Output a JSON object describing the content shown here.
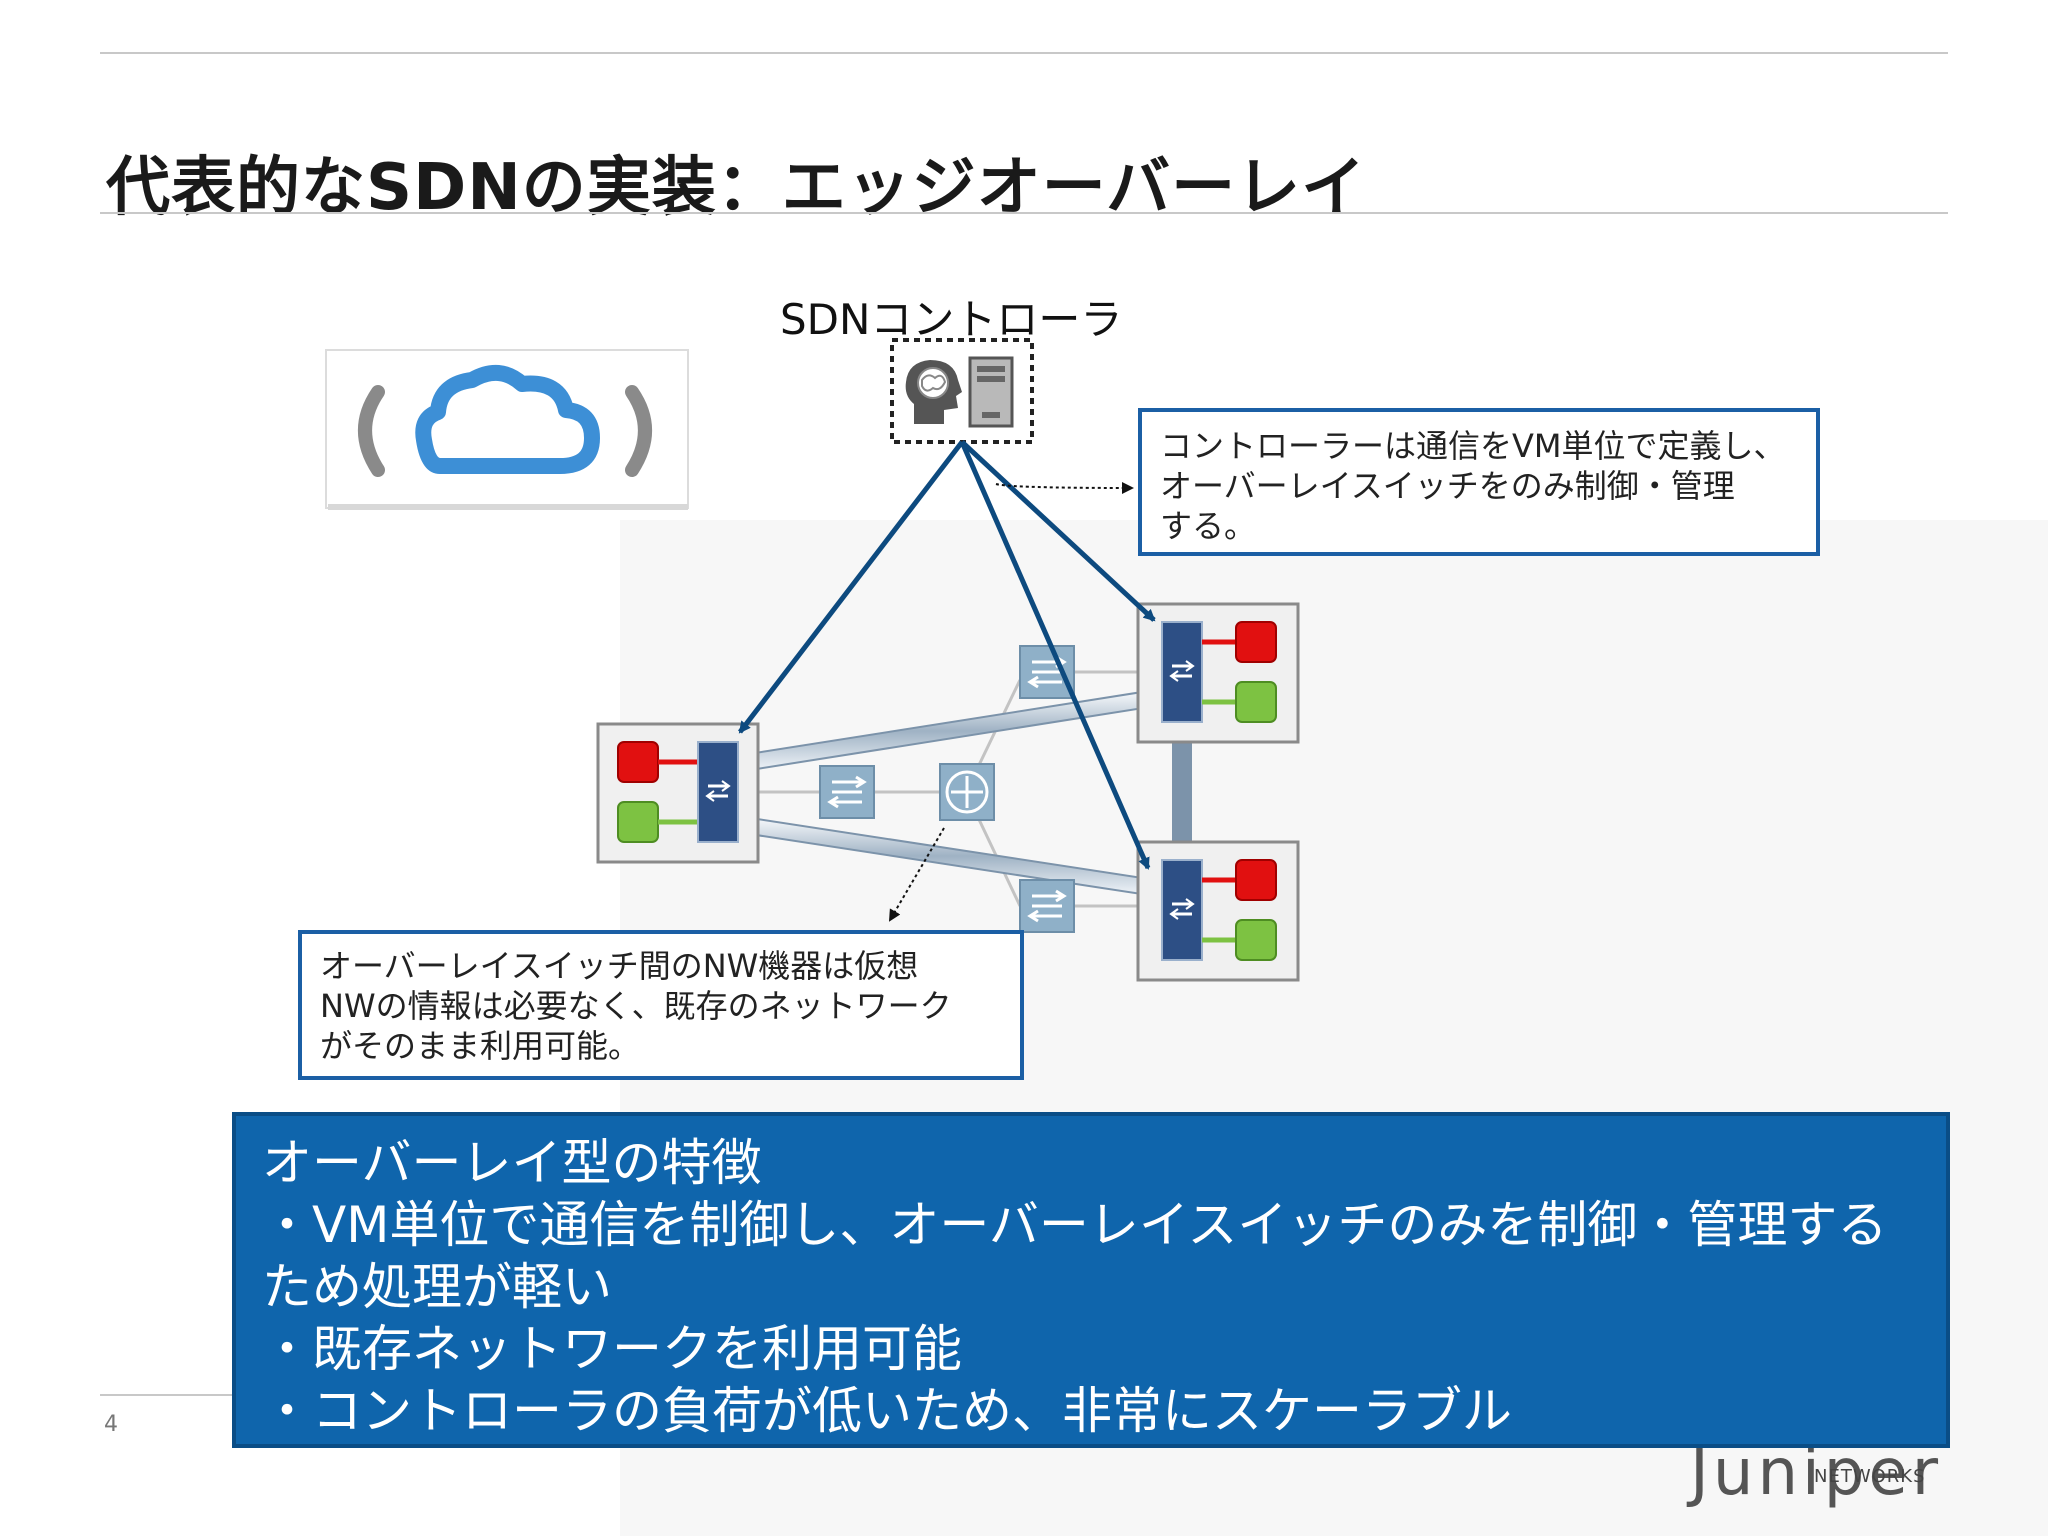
{
  "slide": {
    "title": "代表的なSDNの実装：エッジオーバーレイ",
    "page_number": "4"
  },
  "diagram": {
    "controller_label": "SDNコントローラ",
    "controller_callout": [
      "コントローラーは通信をVM単位で定義し、",
      "オーバーレイスイッチをのみ制御・管理",
      "する。"
    ],
    "overlay_callout": [
      "オーバーレイスイッチ間のNW機器は仮想",
      "NWの情報は必要なく、既存のネットワーク",
      "がそのまま利用可能。"
    ]
  },
  "features": {
    "heading": "オーバーレイ型の特徴",
    "lines": [
      "・VM単位で通信を制御し、オーバーレイスイッチのみを制御・管理する",
      "ため処理が軽い",
      "・既存ネットワークを利用可能",
      "・コントローラの負荷が低いため、非常にスケーラブル"
    ]
  },
  "branding": {
    "logo_text": "Juniper",
    "logo_subtext": "NETWORKS"
  },
  "colors": {
    "accent_blue": "#0f65ac",
    "arrow_blue": "#0d4a7f",
    "vm_red": "#e11010",
    "vm_green": "#7dc242",
    "switch_dark": "#2d4f85",
    "switch_light": "#8fb0c8"
  },
  "icons": [
    "cloud-icon",
    "brain-icon",
    "server-icon",
    "virtual-switch-icon",
    "physical-switch-icon",
    "router-icon"
  ]
}
